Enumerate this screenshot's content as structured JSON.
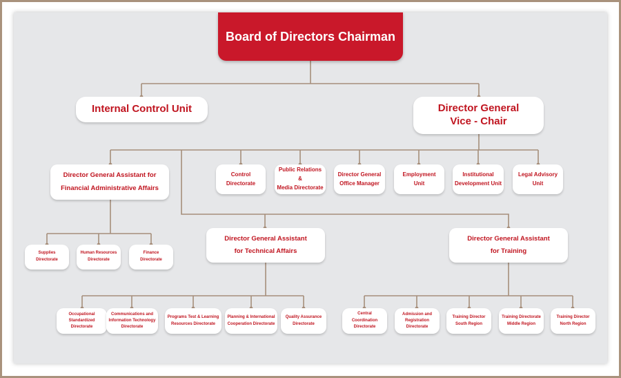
{
  "chairman": "Board of Directors Chairman",
  "internal_control": "Internal Control Unit",
  "dg_vice_chair": {
    "line1": "Director General",
    "line2": "Vice - Chair"
  },
  "financial_assistant": {
    "line1": "Director General Assistant for",
    "line2": "Financial Administrative Affairs"
  },
  "units": [
    {
      "line1": "Control",
      "line2": "Directorate"
    },
    {
      "line1": "Public Relations &",
      "line2": "Media Directorate"
    },
    {
      "line1": "Director General",
      "line2": "Office Manager"
    },
    {
      "line1": "Employment",
      "line2": "Unit"
    },
    {
      "line1": "Institutional",
      "line2": "Development Unit"
    },
    {
      "line1": "Legal Advisory",
      "line2": "Unit"
    }
  ],
  "financial_children": [
    {
      "line1": "Supplies",
      "line2": "Directorate"
    },
    {
      "line1": "Human Resources",
      "line2": "Directorate"
    },
    {
      "line1": "Finance",
      "line2": "Directorate"
    }
  ],
  "technical_assistant": {
    "line1": "Director General Assistant",
    "line2": "for Technical Affairs"
  },
  "training_assistant": {
    "line1": "Director General Assistant",
    "line2": "for Training"
  },
  "technical_children": [
    {
      "lines": [
        "Occupational",
        "Standardized",
        "Directorate"
      ]
    },
    {
      "lines": [
        "Communications and",
        "Information Technology",
        "Directorate"
      ]
    },
    {
      "lines": [
        "Programs Test & Learning",
        "Resources Directorate"
      ]
    },
    {
      "lines": [
        "Planning & International",
        "Cooperation Directorate"
      ]
    },
    {
      "lines": [
        "Quality Assurance",
        "Directorate"
      ]
    }
  ],
  "training_children": [
    {
      "lines": [
        "Central Coordination",
        "Directorate"
      ]
    },
    {
      "lines": [
        "Admission and",
        "Registration",
        "Directorate"
      ]
    },
    {
      "lines": [
        "Training Director",
        "South Region"
      ]
    },
    {
      "lines": [
        "Training Directorate",
        "Middle Region"
      ]
    },
    {
      "lines": [
        "Training Director",
        "North Region"
      ]
    }
  ],
  "colors": {
    "frame": "#a9927c",
    "connector": "#a68e7a",
    "accent": "#c9182a",
    "text": "#c0141f",
    "panel": "#e6e7e9"
  }
}
